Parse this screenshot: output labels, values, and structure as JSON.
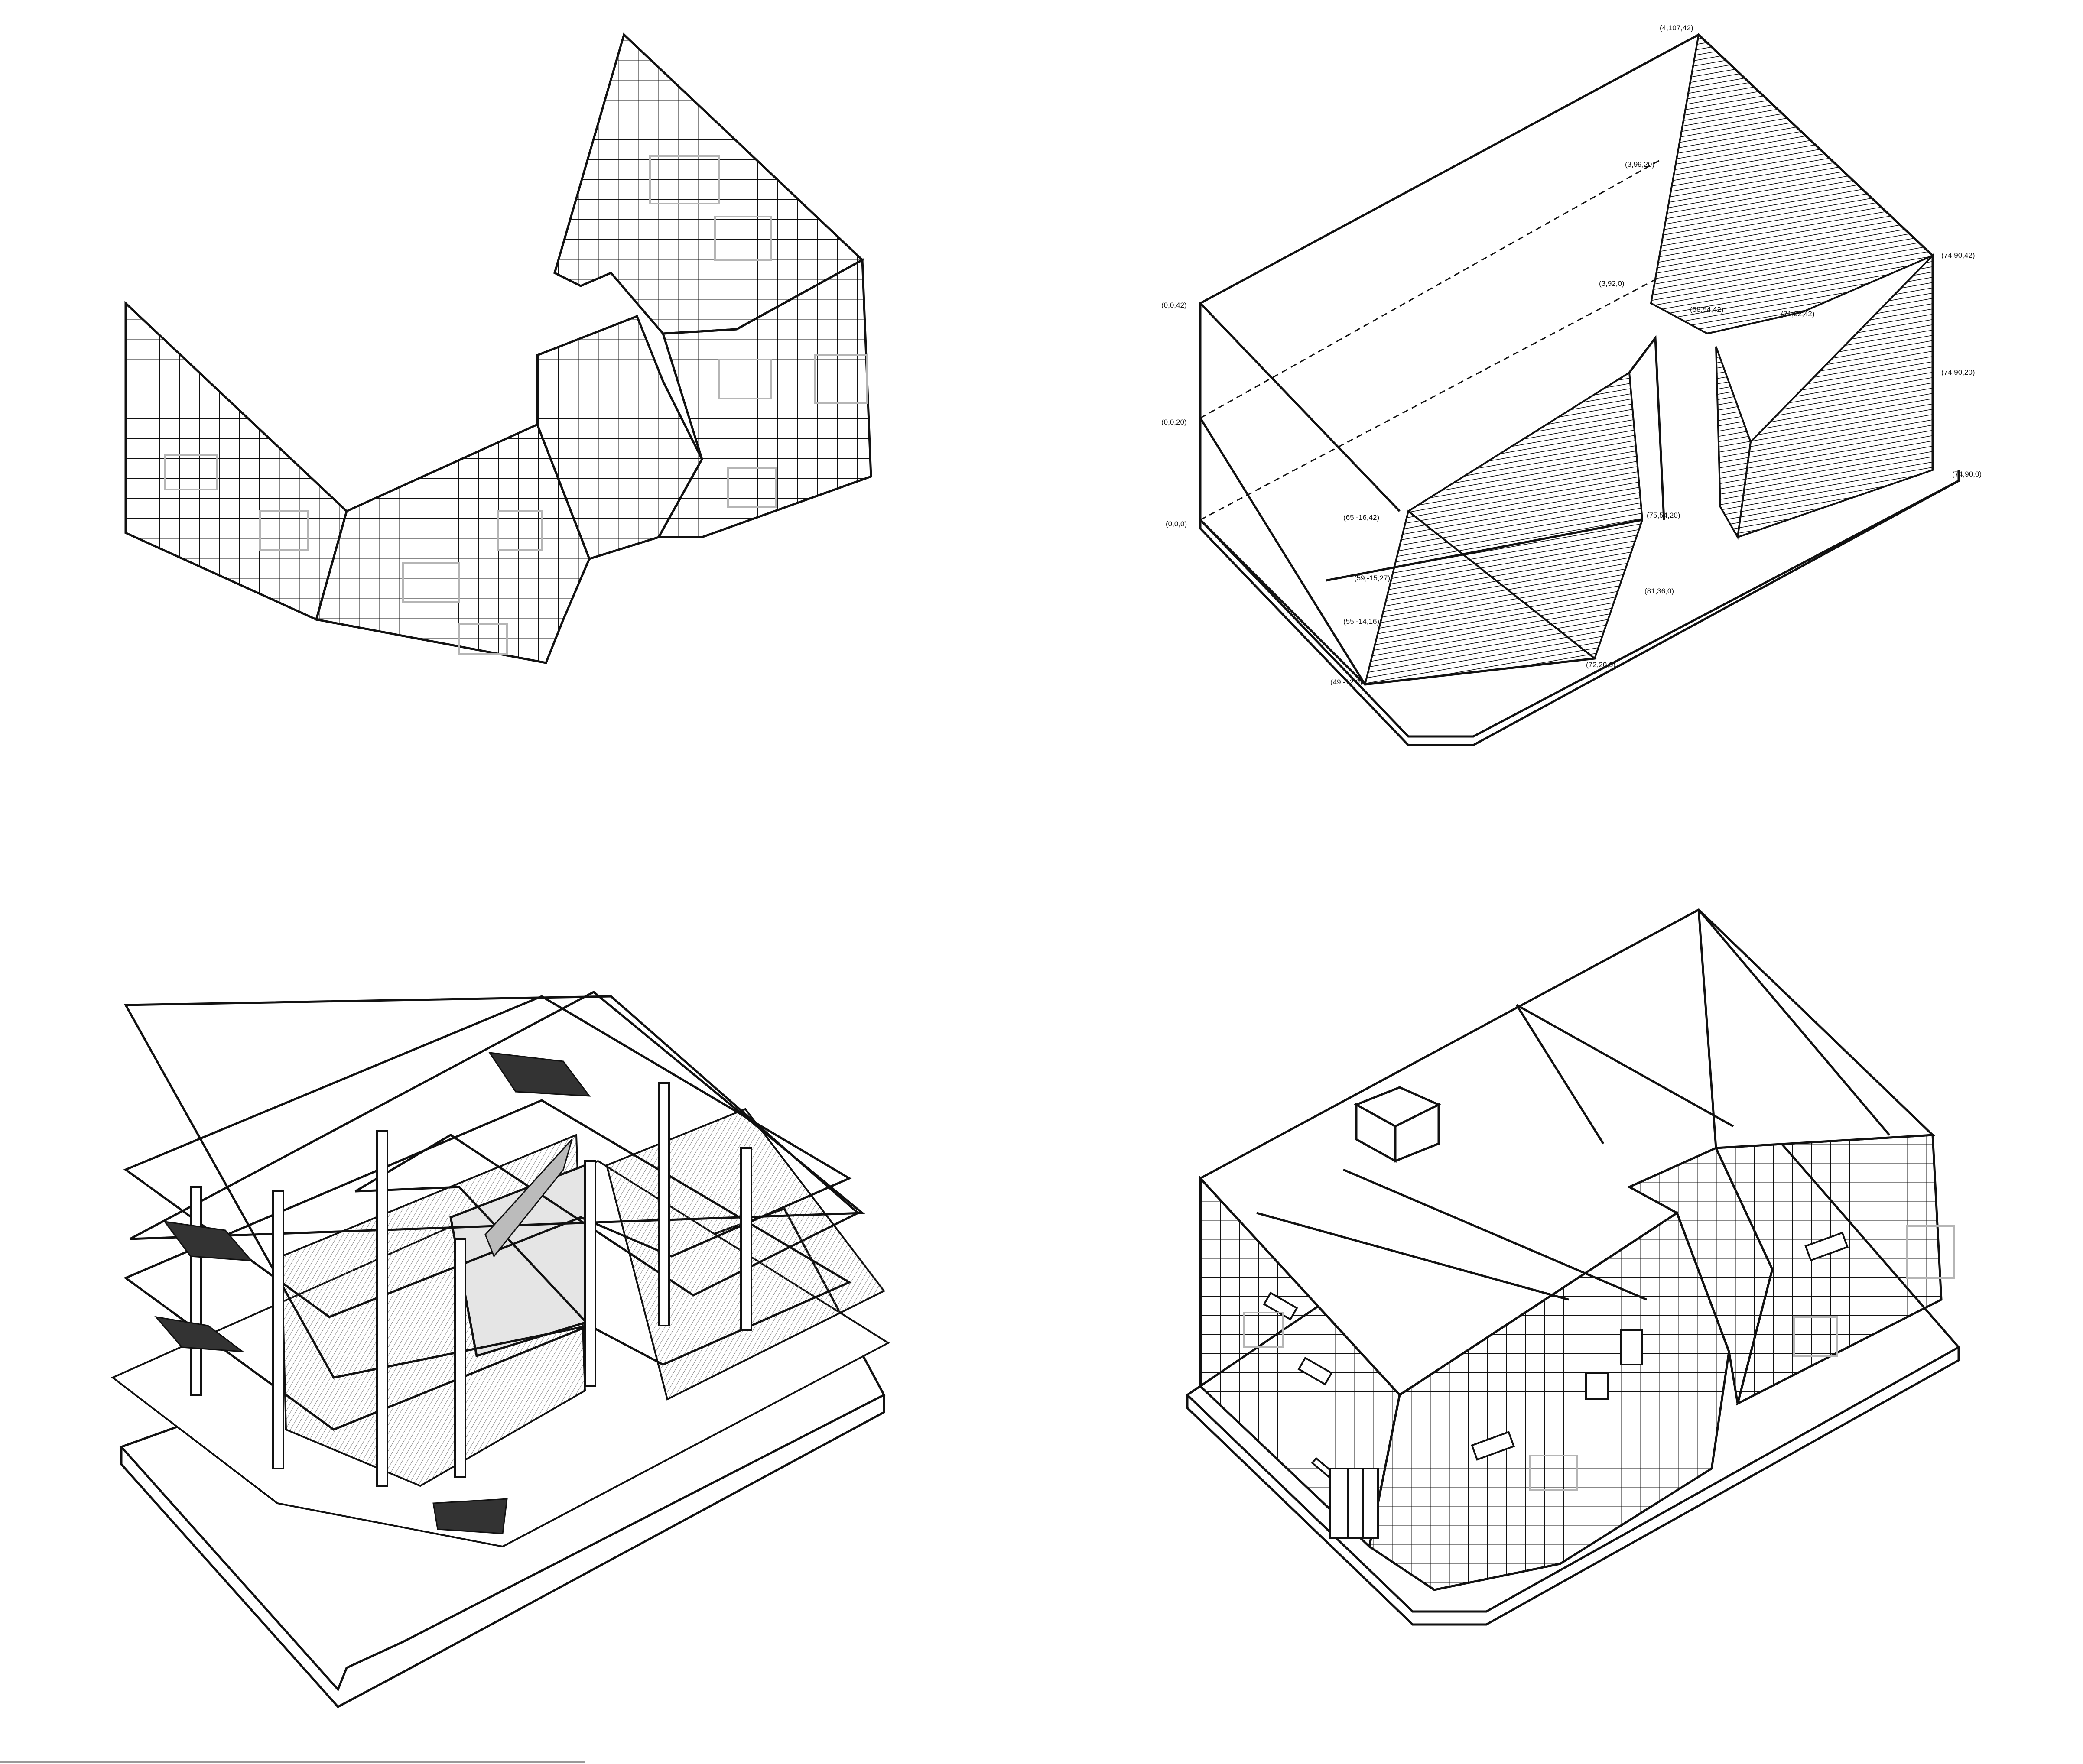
{
  "panels": [
    {
      "id": "facade-unfolded",
      "caption": ""
    },
    {
      "id": "coordinate-massing",
      "caption": ""
    },
    {
      "id": "exploded-floors",
      "caption": ""
    },
    {
      "id": "assembled-building",
      "caption": ""
    }
  ],
  "coordinate_labels": {
    "p_4_107_42": "(4,107,42)",
    "p_3_99_20": "(3,99,20)",
    "p_3_92_0": "(3,92,0)",
    "p_0_0_42": "(0,0,42)",
    "p_0_0_20": "(0,0,20)",
    "p_0_0_0": "(0,0,0)",
    "p_74_90_42": "(74,90,42)",
    "p_74_90_20": "(74,90,20)",
    "p_74_90_0": "(74,90,0)",
    "p_65_m16_42": "(65,-16,42)",
    "p_59_m15_27": "(59,-15,27)",
    "p_55_m14_16": "(55,-14,16)",
    "p_49_m12_0": "(49,-12,0)",
    "p_72_20_0": "(72,20,0)",
    "p_81_36_0": "(81,36,0)",
    "p_75_54_20": "(75,54,20)",
    "p_71_62_42": "(71,62,42)",
    "p_58_54_42": "(58,54,42)"
  },
  "colors": {
    "ink": "#111111",
    "ghost": "#b5b5b5",
    "shade": "#d0d0d0",
    "dark": "#333333"
  }
}
